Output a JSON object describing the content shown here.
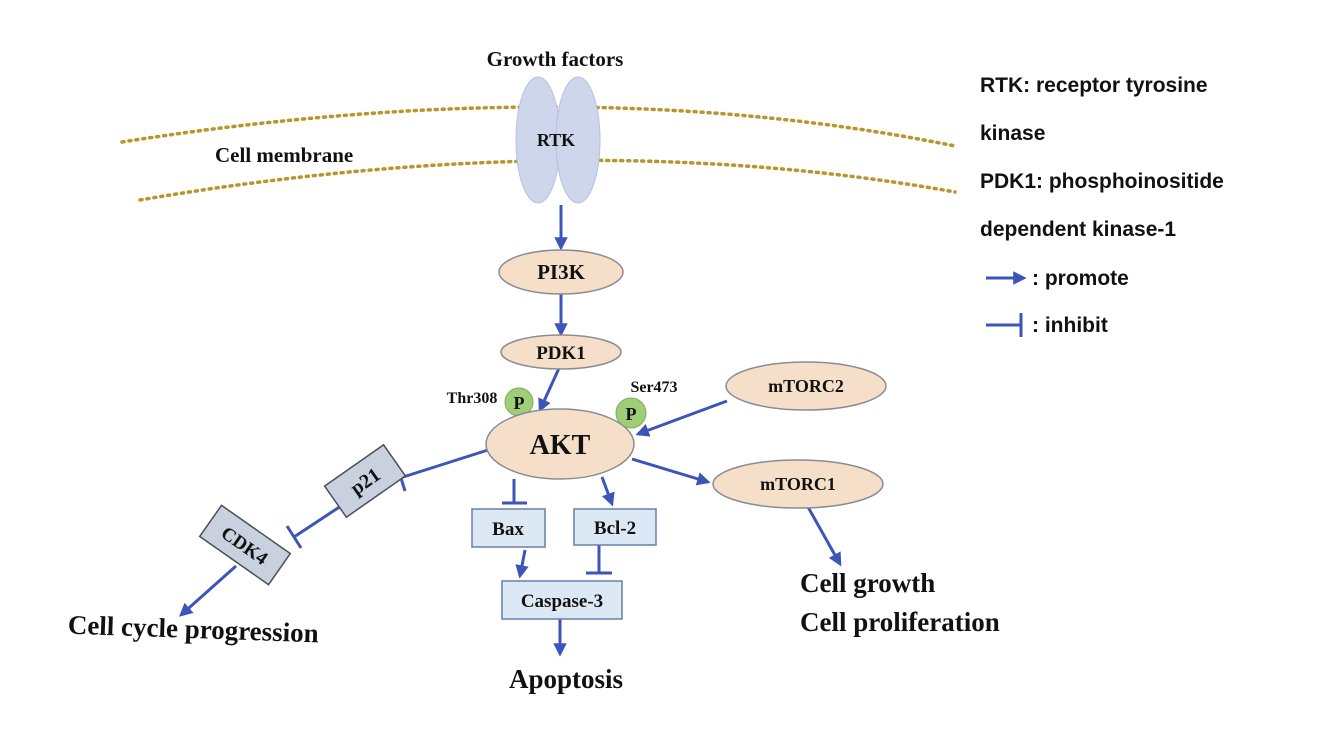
{
  "colors": {
    "edge": "#3d55b8",
    "node_fill": "#f6dfc9",
    "box_fill": "#dde8f5",
    "membrane": "#b8962c",
    "phospho": "#9fce78",
    "rtk": "#cdd6ea"
  },
  "labels": {
    "growth_factors": "Growth factors",
    "cell_membrane": "Cell membrane",
    "rtk": "RTK",
    "pi3k": "PI3K",
    "pdk1": "PDK1",
    "akt": "AKT",
    "mtorc2": "mTORC2",
    "mtorc1": "mTORC1",
    "thr308": "Thr308",
    "ser473": "Ser473",
    "p": "P",
    "p21": "p21",
    "cdk4": "CDK4",
    "bax": "Bax",
    "bcl2": "Bcl-2",
    "caspase3": "Caspase-3",
    "apoptosis": "Apoptosis",
    "cell_cycle": "Cell cycle progression",
    "cell_growth": "Cell growth",
    "cell_proliferation": "Cell proliferation"
  },
  "legend": {
    "rtk_line1": "RTK: receptor tyrosine",
    "rtk_line2": "kinase",
    "pdk1_line1": "PDK1: phosphoinositide",
    "pdk1_line2": "dependent kinase-1",
    "promote": ": promote",
    "inhibit": ": inhibit"
  },
  "edges": [
    {
      "from": "rtk",
      "to": "pi3k",
      "type": "promote"
    },
    {
      "from": "pi3k",
      "to": "pdk1",
      "type": "promote"
    },
    {
      "from": "pdk1",
      "to": "akt",
      "type": "promote"
    },
    {
      "from": "mtorc2",
      "to": "akt",
      "type": "promote"
    },
    {
      "from": "akt",
      "to": "mtorc1",
      "type": "promote"
    },
    {
      "from": "akt",
      "to": "bcl2",
      "type": "promote"
    },
    {
      "from": "akt",
      "to": "bax",
      "type": "inhibit"
    },
    {
      "from": "akt",
      "to": "p21",
      "type": "inhibit"
    },
    {
      "from": "p21",
      "to": "cdk4",
      "type": "inhibit"
    },
    {
      "from": "cdk4",
      "to": "cell_cycle",
      "type": "promote"
    },
    {
      "from": "bax",
      "to": "caspase3",
      "type": "promote"
    },
    {
      "from": "bcl2",
      "to": "caspase3",
      "type": "inhibit"
    },
    {
      "from": "caspase3",
      "to": "apoptosis",
      "type": "promote"
    },
    {
      "from": "mtorc1",
      "to": "cell_growth",
      "type": "promote"
    }
  ]
}
